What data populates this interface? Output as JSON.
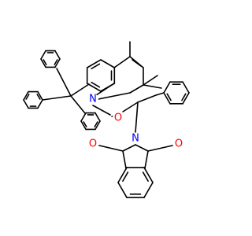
{
  "molecule": {
    "atom_labels": [
      {
        "id": "n-quinoline",
        "text": "N",
        "color": "#0000ff",
        "element": "nitrogen"
      },
      {
        "id": "n-phthalimide",
        "text": "N",
        "color": "#0000ff",
        "element": "nitrogen"
      },
      {
        "id": "o-amide",
        "text": "O",
        "color": "#ff0000",
        "element": "oxygen"
      },
      {
        "id": "o-imide-left",
        "text": "O",
        "color": "#ff0000",
        "element": "oxygen"
      },
      {
        "id": "o-imide-right",
        "text": "O",
        "color": "#ff0000",
        "element": "oxygen"
      }
    ]
  }
}
